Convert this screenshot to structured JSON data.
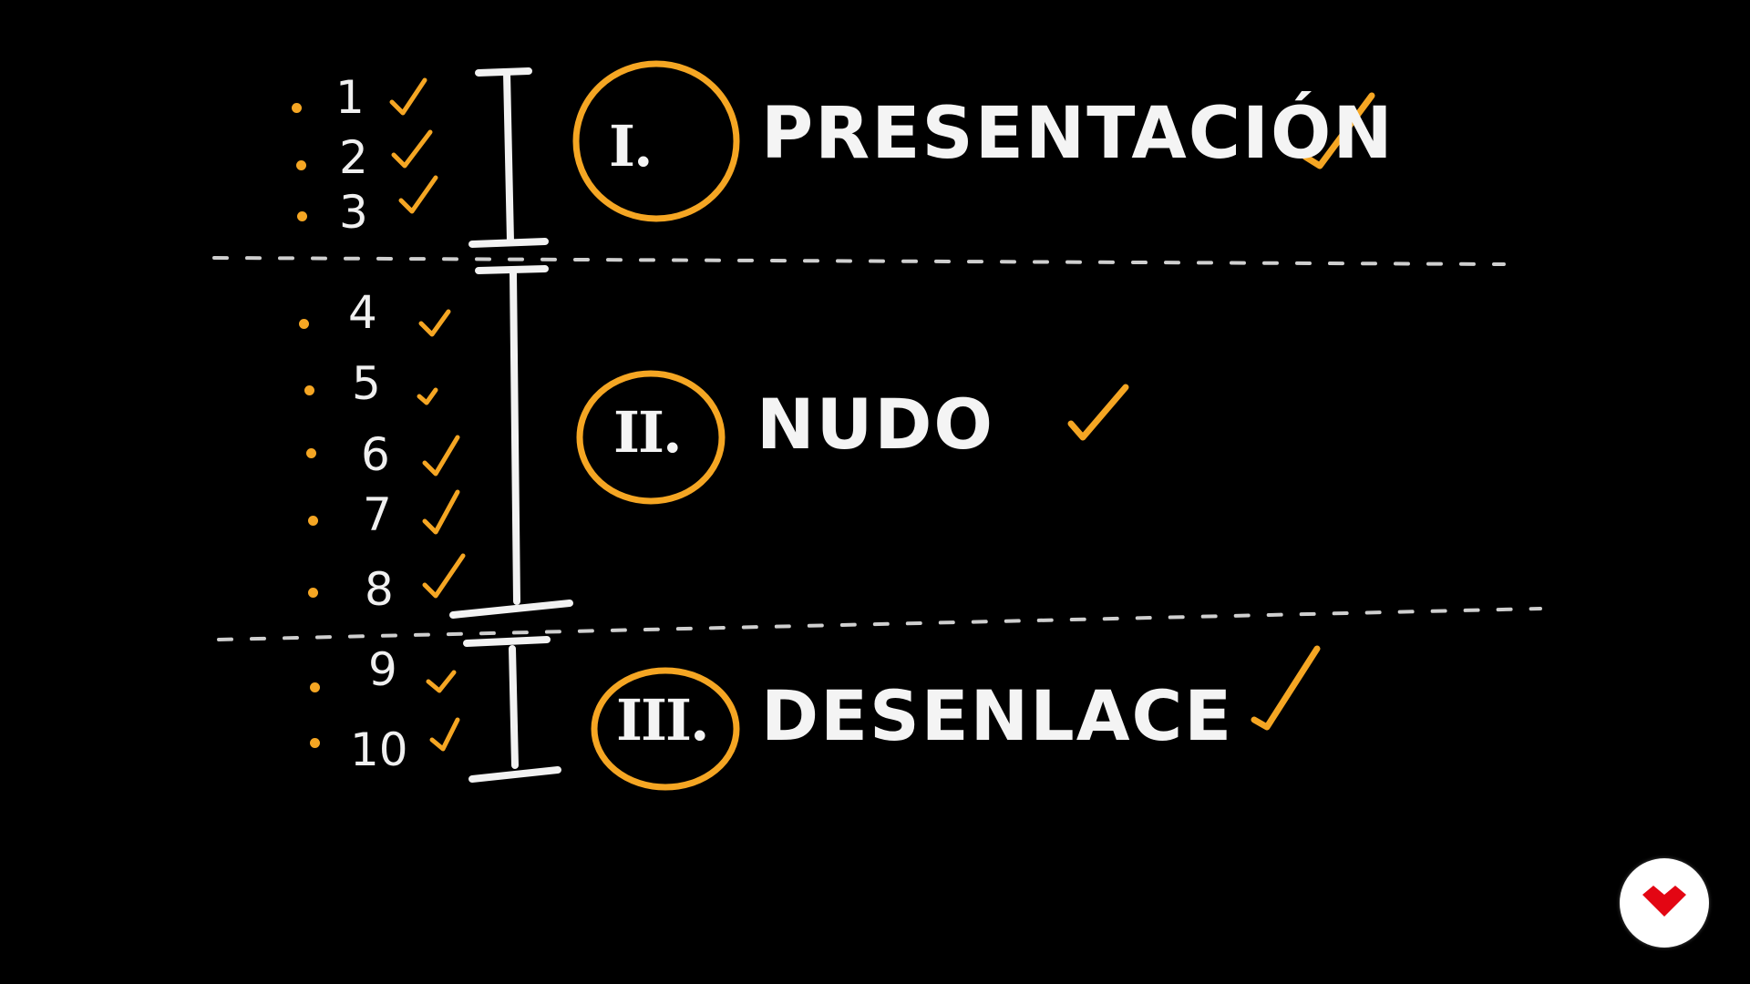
{
  "sections": [
    {
      "numeral": "I.",
      "title": "PRESENTACIÓN",
      "items": [
        "1",
        "2",
        "3"
      ]
    },
    {
      "numeral": "II.",
      "title": "NUDO",
      "items": [
        "4",
        "5",
        "6",
        "7",
        "8"
      ]
    },
    {
      "numeral": "III.",
      "title": "DESENLACE",
      "items": [
        "9",
        "10"
      ]
    }
  ],
  "colors": {
    "background": "#000000",
    "chalk": "#f2f2f2",
    "accent": "#f5a623",
    "logo": "#e30613"
  },
  "icons": {
    "check": "check-icon",
    "logo": "brand-logo-icon"
  }
}
